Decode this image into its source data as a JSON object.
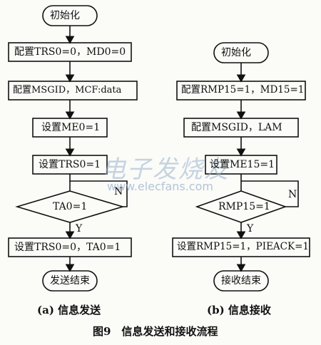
{
  "left_flow": {
    "start": "初始化",
    "step1": "配置TRS0=0，MD0=0",
    "step2": "配置MSGID，MCF:data",
    "step3": "设置ME0=1",
    "step4": "设置TRS0=1",
    "decision": "TA0=1",
    "no": "N",
    "yes": "Y",
    "step5": "设置TRS0=0，TA0=1",
    "end": "发送结束",
    "caption": "(a) 信息发送"
  },
  "right_flow": {
    "start": "初始化",
    "step1": "配置RMP15=1，MD15=1",
    "step2": "配置MSGID，LAM",
    "step3": "设置ME15=1",
    "decision": "RMP15=1",
    "no": "N",
    "yes": "Y",
    "step4": "设置RMP15=1，PIEACK=1",
    "end": "接收结束",
    "caption": "(b) 信息接收"
  },
  "figure_title": "图9　信息发送和接收流程",
  "watermark": {
    "cn": "电子发烧友",
    "url": "www.elecfans.com"
  },
  "colors": {
    "line": "#111111",
    "watermark": "#9ab3cf"
  }
}
